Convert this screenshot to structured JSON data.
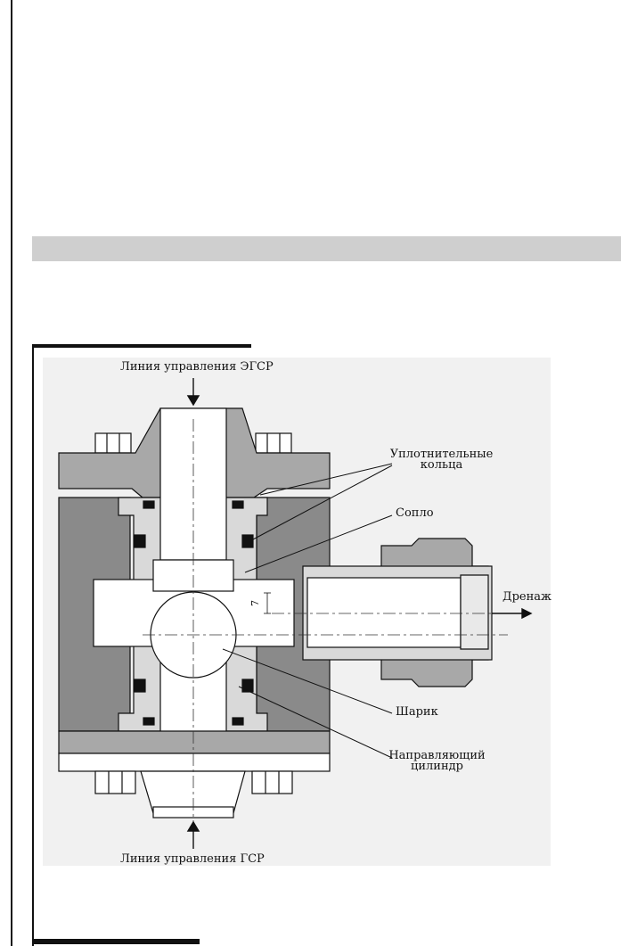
{
  "labels": {
    "top_line": "Линия управления ЭГСР",
    "bottom_line": "Линия управления ГСР",
    "seal_rings_1": "Уплотнительные",
    "seal_rings_2": "кольца",
    "nozzle": "Сопло",
    "drain": "Дренаж",
    "ball": "Шарик",
    "guide_cyl_1": "Направляющий",
    "guide_cyl_2": "цилиндр",
    "dimension": "7"
  }
}
